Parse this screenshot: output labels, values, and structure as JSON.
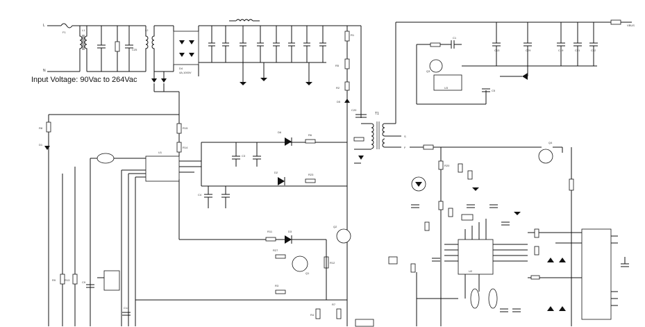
{
  "title": "Input Voltage: 90Vac to 264Vac",
  "nodes": {
    "L": "L",
    "N": "N",
    "S": "S",
    "F": "F",
    "VBUS": "VBUS"
  },
  "components": {
    "F1": "F1",
    "L1": "L1",
    "L2": "L2",
    "C25": "C25",
    "D4": "D4",
    "D4_value": "4A,1000V",
    "T1": "T1",
    "U1": "U1",
    "U2": "U2",
    "U3": "U3",
    "Q1": "Q1",
    "Q2": "Q2",
    "Q3": "Q3",
    "Q4": "Q4",
    "D1": "D1",
    "D2": "D2",
    "D3": "D3",
    "D5": "D5",
    "D6": "D6",
    "C1": "C1",
    "C3": "C3",
    "C4": "C4",
    "C5": "C5",
    "C9": "C9",
    "C13": "C13",
    "C14": "C14",
    "C19": "C19",
    "C20": "C20",
    "C21": "C21",
    "C22": "C22",
    "C29": "C29",
    "R1": "R1",
    "R2": "R2",
    "R3": "R3",
    "R4": "R4",
    "R5": "R5",
    "R6": "R6",
    "R7": "R7",
    "R8": "R8",
    "R9": "R9",
    "R11": "R11",
    "R12": "R12",
    "R13": "R13",
    "R14": "R14",
    "R15": "R15",
    "R17": "R17",
    "R20": "R20",
    "R23": "R23",
    "R27": "R27"
  }
}
